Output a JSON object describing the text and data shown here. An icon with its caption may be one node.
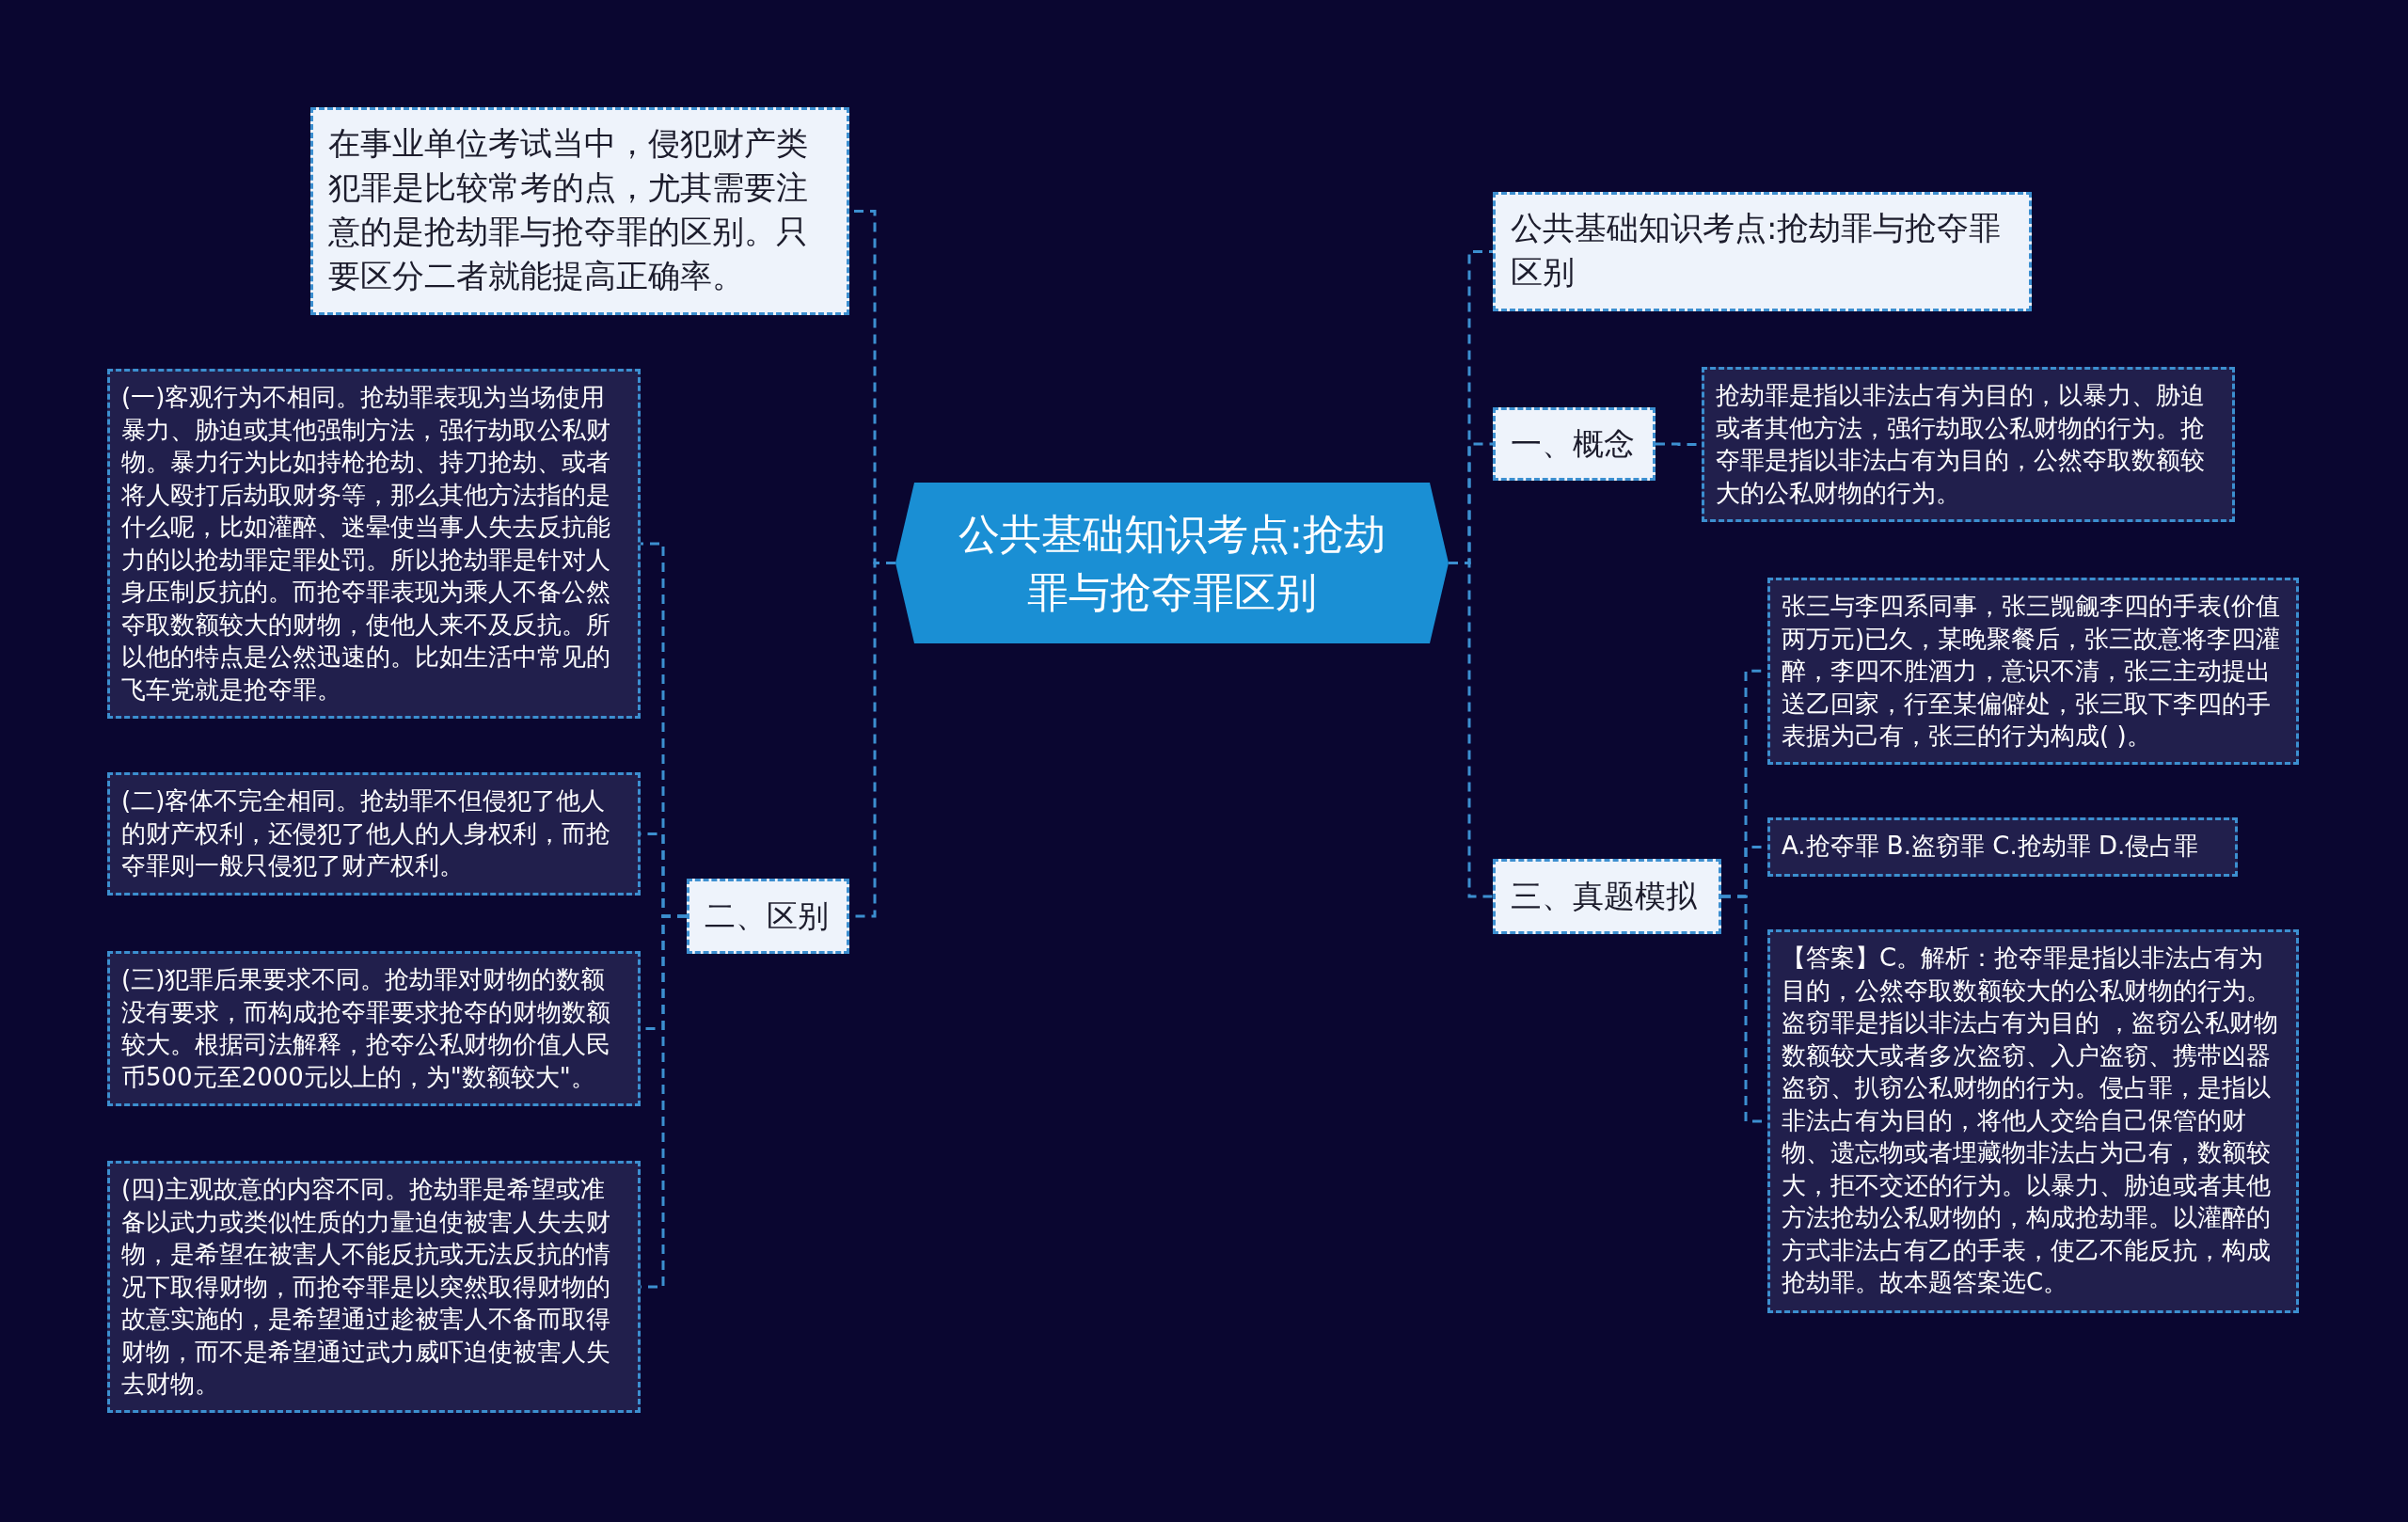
{
  "diagram": {
    "nodes": [
      {
        "text": [
          "公共基础知识考点:抢劫罪与抢夺罪区别"
        ]
      },
      {
        "text": [
          "在事业单位考试当中，侵犯财产类犯罪是比较常考的点，尤其需要注意的是抢劫罪与抢夺罪的区别。只要区分二者就能提高正确率。"
        ]
      },
      {
        "text": [
          "二、区别"
        ]
      },
      {
        "text": [
          "(一)客观行为不相同。抢劫罪表现为当场使用暴力、胁迫或其他强制方法，强行劫取公私财物。暴力行为比如持枪抢劫、持刀抢劫、或者将人殴打后劫取财务等，那么其他方法指的是什么呢，比如灌醉、迷晕使当事人失去反抗能力的以抢劫罪定罪处罚。所以抢劫罪是针对人身压制反抗的。而抢夺罪表现为乘人不备公然夺取数额较大的财物，使他人来不及反抗。所以他的特点是公然迅速的。比如生活中常见的飞车党就是抢夺罪。"
        ]
      },
      {
        "text": [
          "(二)客体不完全相同。抢劫罪不但侵犯了他人的财产权利，还侵犯了他人的人身权利，而抢夺罪则一般只侵犯了财产权利。"
        ]
      },
      {
        "text": [
          "(三)犯罪后果要求不同。抢劫罪对财物的数额没有要求，而构成抢夺罪要求抢夺的财物数额较大。根据司法解释，抢夺公私财物价值人民币500元至2000元以上的，为\"数额较大\"。"
        ]
      },
      {
        "text": [
          "(四)主观故意的内容不同。抢劫罪是希望或准备以武力或类似性质的力量迫使被害人失去财物，是希望在被害人不能反抗或无法反抗的情况下取得财物，而抢夺罪是以突然取得财物的故意实施的，是希望通过趁被害人不备而取得财物，而不是希望通过武力威吓迫使被害人失去财物。"
        ]
      },
      {
        "text": [
          "公共基础知识考点:抢劫罪与抢夺罪区别"
        ]
      },
      {
        "text": [
          "一、概念"
        ]
      },
      {
        "text": [
          "抢劫罪是指以非法占有为目的，以暴力、胁迫或者其他方法，强行劫取公私财物的行为。抢夺罪是指以非法占有为目的，公然夺取数额较大的公私财物的行为。"
        ]
      },
      {
        "text": [
          "三、真题模拟"
        ]
      },
      {
        "text": [
          "张三与李四系同事，张三觊觎李四的手表(价值两万元)已久，某晚聚餐后，张三故意将李四灌醉，李四不胜酒力，意识不清，张三主动提出送乙回家，行至某偏僻处，张三取下李四的手表据为己有，张三的行为构成( )。"
        ]
      },
      {
        "text": [
          "A.抢夺罪 B.盗窃罪 C.抢劫罪 D.侵占罪"
        ]
      },
      {
        "text": [
          "【答案】C。解析：抢夺罪是指以非法占有为目的，公然夺取数额较大的公私财物的行为。盗窃罪是指以非法占有为目的 ，盗窃公私财物数额较大或者多次盗窃、入户盗窃、携带凶器盗窃、扒窃公私财物的行为。侵占罪，是指以非法占有为目的，将他人交给自己保管的财物、遗忘物或者埋藏物非法占为己有，数额较大，拒不交还的行为。以暴力、胁迫或者其他方法抢劫公私财物的，构成抢劫罪。以灌醉的方式非法占有乙的手表，使乙不能反抗，构成抢劫罪。故本题答案选C。"
        ]
      }
    ],
    "edges": [
      {
        "from": 0,
        "to": 1,
        "arrow": "none"
      },
      {
        "from": 0,
        "to": 2,
        "arrow": "none"
      },
      {
        "from": 2,
        "to": 3,
        "arrow": "none"
      },
      {
        "from": 2,
        "to": 4,
        "arrow": "none"
      },
      {
        "from": 2,
        "to": 5,
        "arrow": "none"
      },
      {
        "from": 2,
        "to": 6,
        "arrow": "none"
      },
      {
        "from": 0,
        "to": 7,
        "arrow": "none"
      },
      {
        "from": 0,
        "to": 8,
        "arrow": "none"
      },
      {
        "from": 8,
        "to": 9,
        "arrow": "none"
      },
      {
        "from": 0,
        "to": 10,
        "arrow": "none"
      },
      {
        "from": 10,
        "to": 11,
        "arrow": "none"
      },
      {
        "from": 10,
        "to": 12,
        "arrow": "none"
      },
      {
        "from": 10,
        "to": 13,
        "arrow": "none"
      }
    ]
  }
}
